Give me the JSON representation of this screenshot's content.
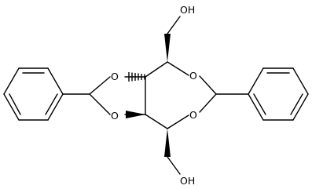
{
  "molecule": {
    "atom_labels": {
      "oh_top": "OH",
      "oh_bottom": "OH",
      "o_dioxolane_top": "O",
      "o_dioxolane_bottom": "O",
      "o_ring_top": "O",
      "o_ring_bottom": "O"
    },
    "stereo_bonds": {
      "c_top_to_ch2oh": "wedge",
      "c_bottom_to_ch2oh": "wedge",
      "c_junction_top_to_o": "hashed",
      "c_junction_bottom_to_o": "wedge"
    }
  }
}
